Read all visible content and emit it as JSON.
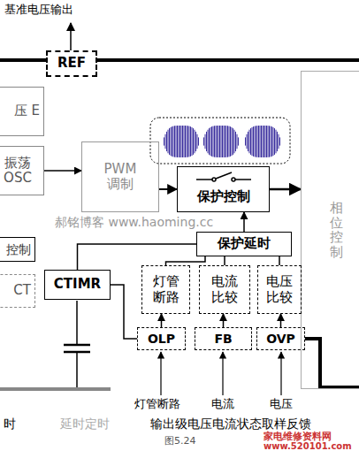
{
  "diagram": {
    "caption": "图5.24",
    "nodes": [
      {
        "text": [
          "REF"
        ]
      },
      {
        "text": [
          "压 E"
        ]
      },
      {
        "text": [
          "振荡 OSC"
        ]
      },
      {
        "text": [
          "PWM 调制"
        ]
      },
      {
        "text": [
          "保护控制"
        ]
      },
      {
        "text": [
          "相位控制"
        ]
      },
      {
        "text": [
          "控制"
        ]
      },
      {
        "text": [
          "CT"
        ]
      },
      {
        "text": [
          "保护延时"
        ]
      },
      {
        "text": [
          "CTIMR"
        ]
      },
      {
        "text": [
          "灯管 断路"
        ]
      },
      {
        "text": [
          "电流 比较"
        ]
      },
      {
        "text": [
          "电压 比较"
        ]
      },
      {
        "text": [
          "OLP"
        ]
      },
      {
        "text": [
          "FB"
        ]
      },
      {
        "text": [
          "OVP"
        ]
      }
    ],
    "edges": [
      {
        "from": 2,
        "to": 3,
        "arrow": "to"
      },
      {
        "from": 3,
        "to": 4,
        "arrow": "to"
      },
      {
        "from": 4,
        "to": 5,
        "arrow": "to"
      },
      {
        "from": 8,
        "to": 4,
        "arrow": "to"
      },
      {
        "from": 10,
        "to": 8,
        "arrow": "none"
      },
      {
        "from": 11,
        "to": 8,
        "arrow": "none"
      },
      {
        "from": 12,
        "to": 8,
        "arrow": "none"
      },
      {
        "from": 13,
        "to": 10,
        "arrow": "to"
      },
      {
        "from": 14,
        "to": 11,
        "arrow": "to"
      },
      {
        "from": 15,
        "to": 12,
        "arrow": "to"
      },
      {
        "from": 9,
        "to": 8,
        "arrow": "none"
      },
      {
        "from": 9,
        "to": 13,
        "arrow": "none"
      }
    ],
    "labels": [
      "基准电压输出",
      "郝铭博客 www.haoming.cc",
      "灯管断路",
      "电流",
      "电压",
      "时",
      "延时定时",
      "输出级电压电流状态取样反馈",
      "家电维修资料网",
      "www.520101.com"
    ]
  }
}
